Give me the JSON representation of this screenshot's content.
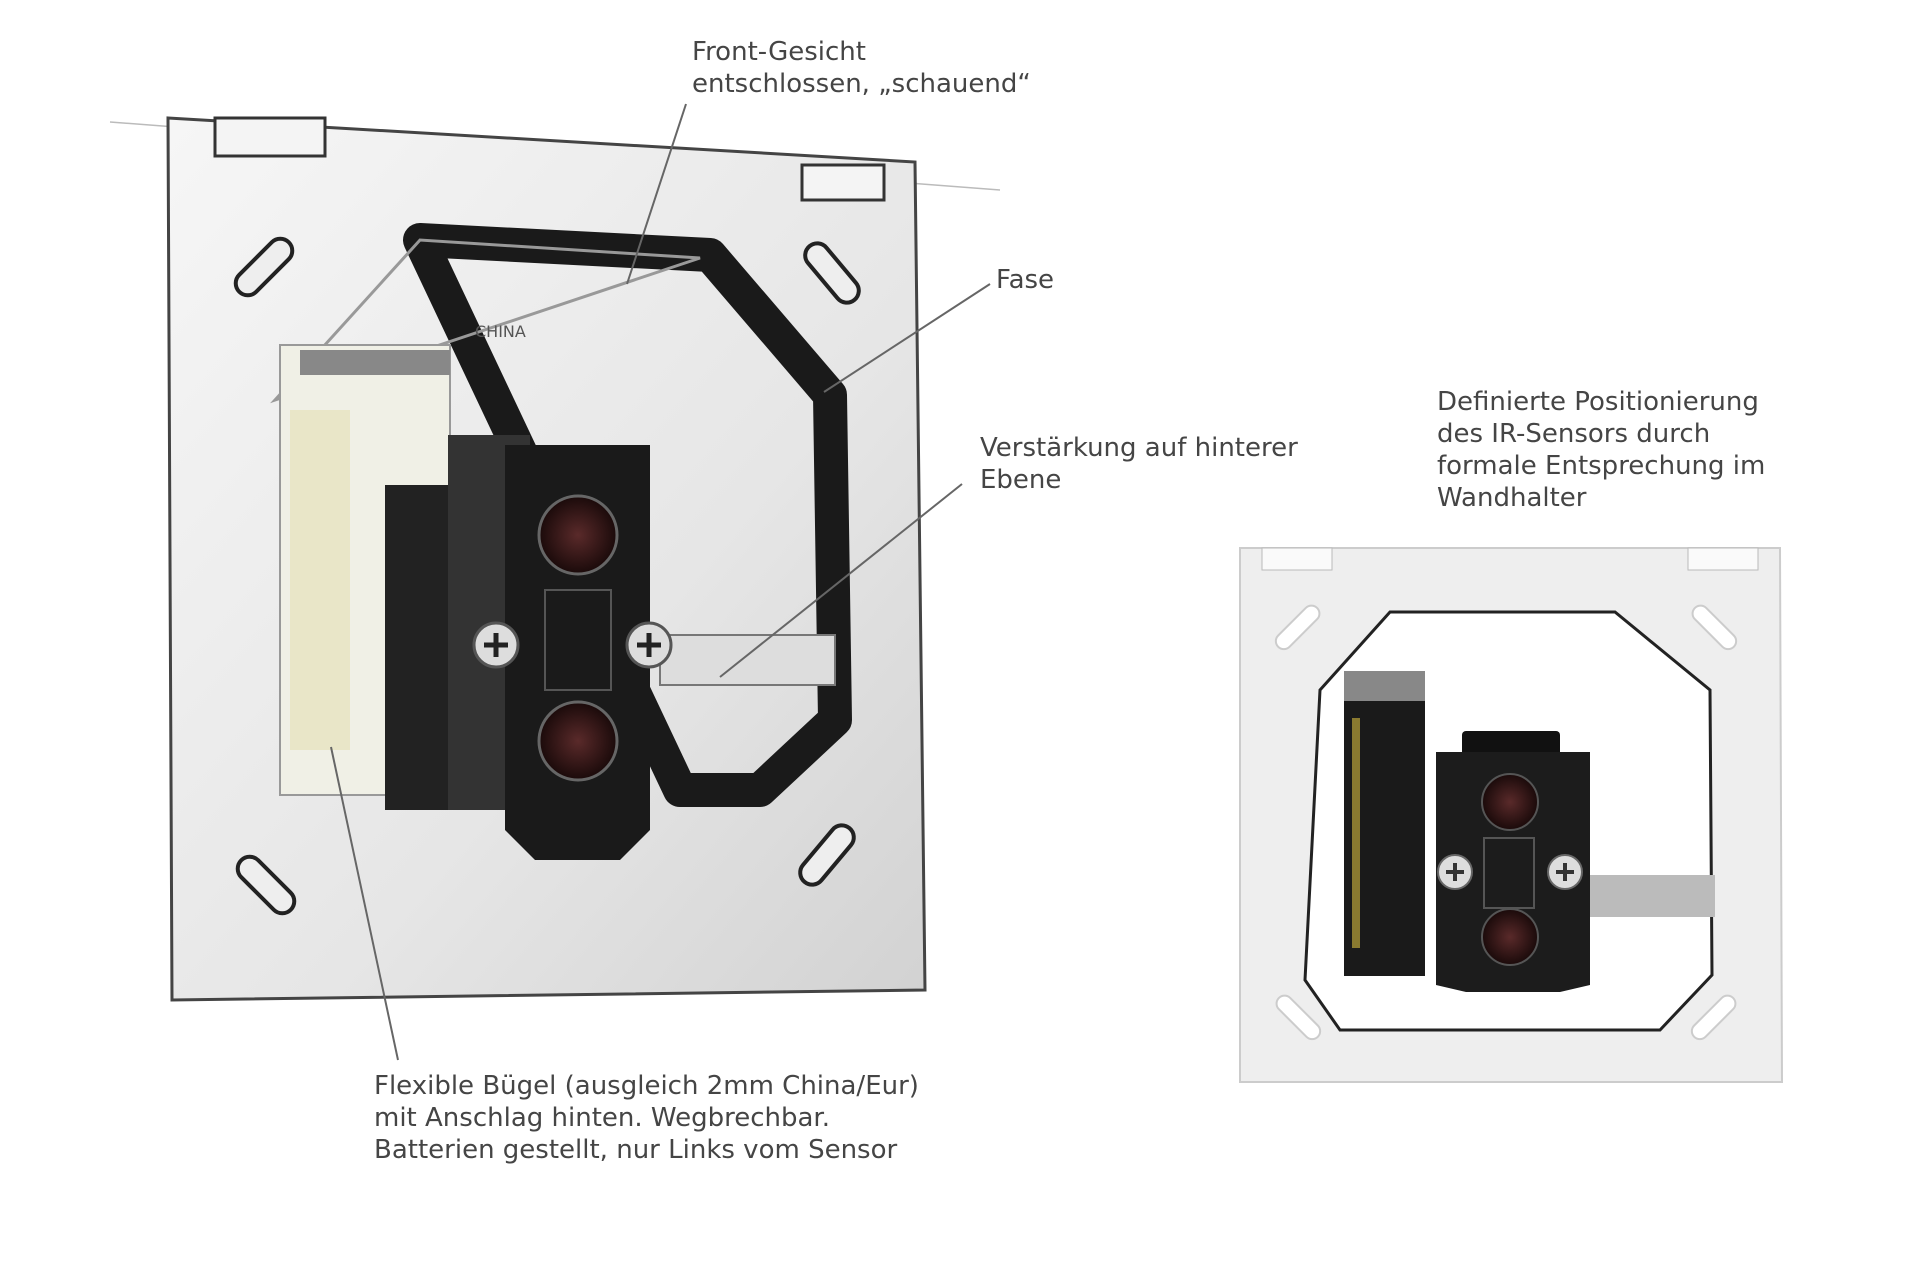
{
  "annotations": {
    "front": [
      "Front-Gesicht",
      "entschlossen, „schauend“"
    ],
    "fase": [
      "Fase"
    ],
    "reinforcement": [
      "Verstärkung auf hinterer",
      "Ebene"
    ],
    "positioning": [
      "Definierte Positionierung",
      "des IR-Sensors durch",
      "formale Entsprechung im",
      "Wandhalter"
    ],
    "bracket": [
      "Flexible Bügel (ausgleich 2mm China/Eur)",
      "mit Anschlag hinten. Wegbrechbar.",
      "Batterien gestellt, nur Links vom Sensor"
    ]
  },
  "sketch_text": "CHINA",
  "colors": {
    "text": "#454545",
    "plate": "#e8e8e8",
    "sensor": "#1a1a1a",
    "lens": "#3a1a1a"
  }
}
